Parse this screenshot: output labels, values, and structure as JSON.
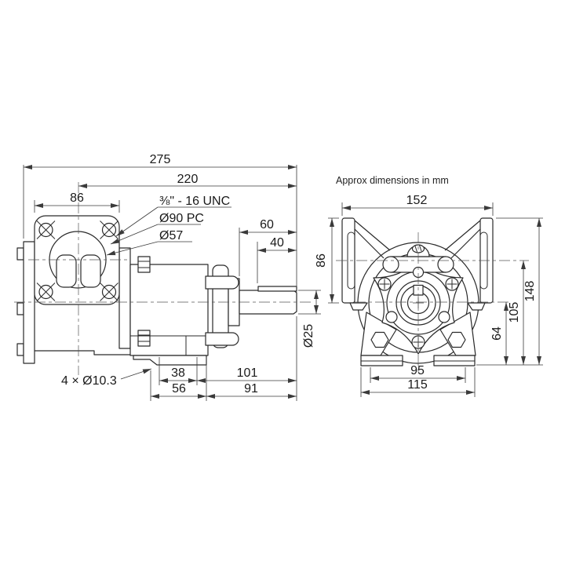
{
  "note": "Approx dimensions in mm",
  "side_view": {
    "overall_length": "275",
    "port_axis_to_shaft_end": "220",
    "flange_width": "86",
    "thread_callout": "⅜\" - 16 UNC",
    "bolt_circle_diameter": "Ø90 PC",
    "port_diameter": "Ø57",
    "shaft_length": "60",
    "key_length": "40",
    "shaft_diameter": "Ø25",
    "foot_holes_callout": "4 × Ø10.3",
    "foot_hole_span": "38",
    "foot_length": "56",
    "hole_edge_to_shaft_end": "101",
    "foot_edge_to_shaft_end": "91"
  },
  "front_view": {
    "flange_face_span": "152",
    "flange_height": "86",
    "overall_height": "148",
    "port_axis_to_base": "105",
    "shaft_axis_to_base": "64",
    "foot_hole_span": "95",
    "feet_overall_width": "115"
  }
}
